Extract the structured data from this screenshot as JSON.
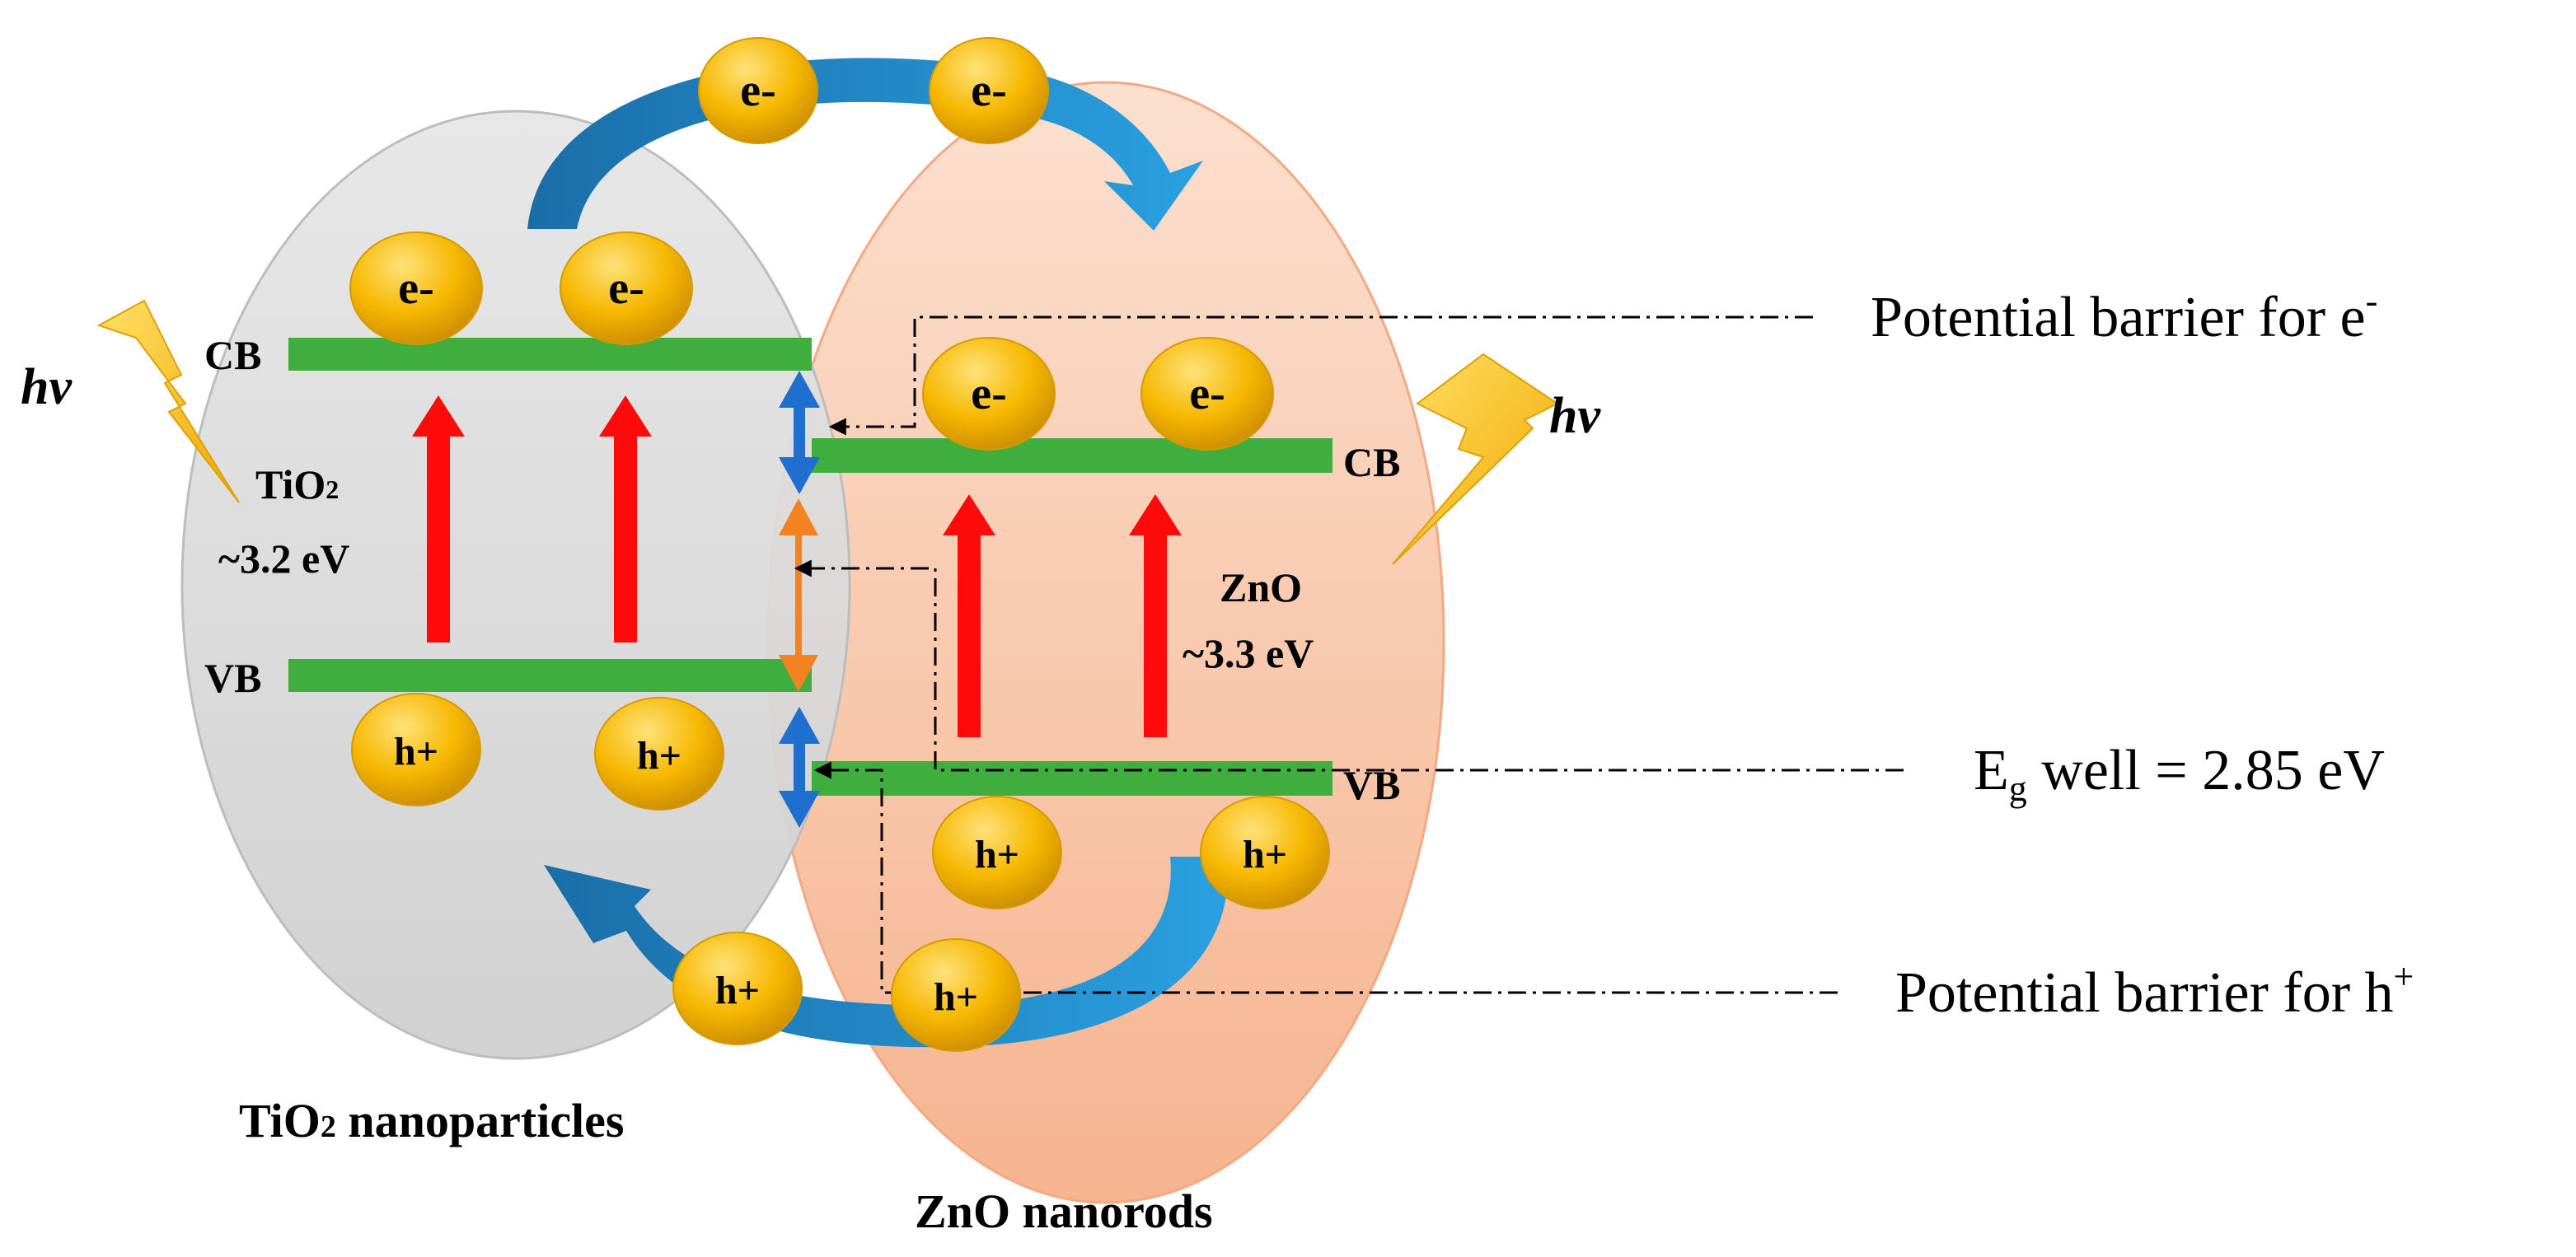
{
  "materials": {
    "left": {
      "name": "TiO",
      "name_sub": "2",
      "gap": "~3.2 eV",
      "caption": "TiO",
      "caption_sub": "2",
      "caption_rest": " nanoparticles"
    },
    "right": {
      "name": "ZnO",
      "gap": "~3.3 eV",
      "caption": "ZnO nanorods"
    }
  },
  "band_labels": {
    "left_cb": "CB",
    "left_vb": "VB",
    "right_cb": "CB",
    "right_vb": "VB"
  },
  "light": {
    "left": "hv",
    "right": "hv"
  },
  "carriers": {
    "electron": "e-",
    "hole": "h+"
  },
  "annotations": {
    "barrier_e_text": "Potential barrier for e",
    "barrier_e_sup": "-",
    "eg_well_E": "E",
    "eg_well_sub": "g",
    "eg_well_rest": " well = 2.85 eV",
    "barrier_h_text": "Potential barrier for h",
    "barrier_h_sup": "+"
  },
  "colors": {
    "tio2_ellipse": "#d9d9d9",
    "zno_ellipse": "#f8c9ae",
    "band": "#3fae3f",
    "excitation_arrow": "#ff0a0a",
    "transfer_arrow": "#1f8fd4",
    "offset_arrow_blue": "#1f6fd0",
    "offset_arrow_orange": "#f58220",
    "carrier_ball": "#f5b800",
    "lightning": "#ffc000"
  }
}
